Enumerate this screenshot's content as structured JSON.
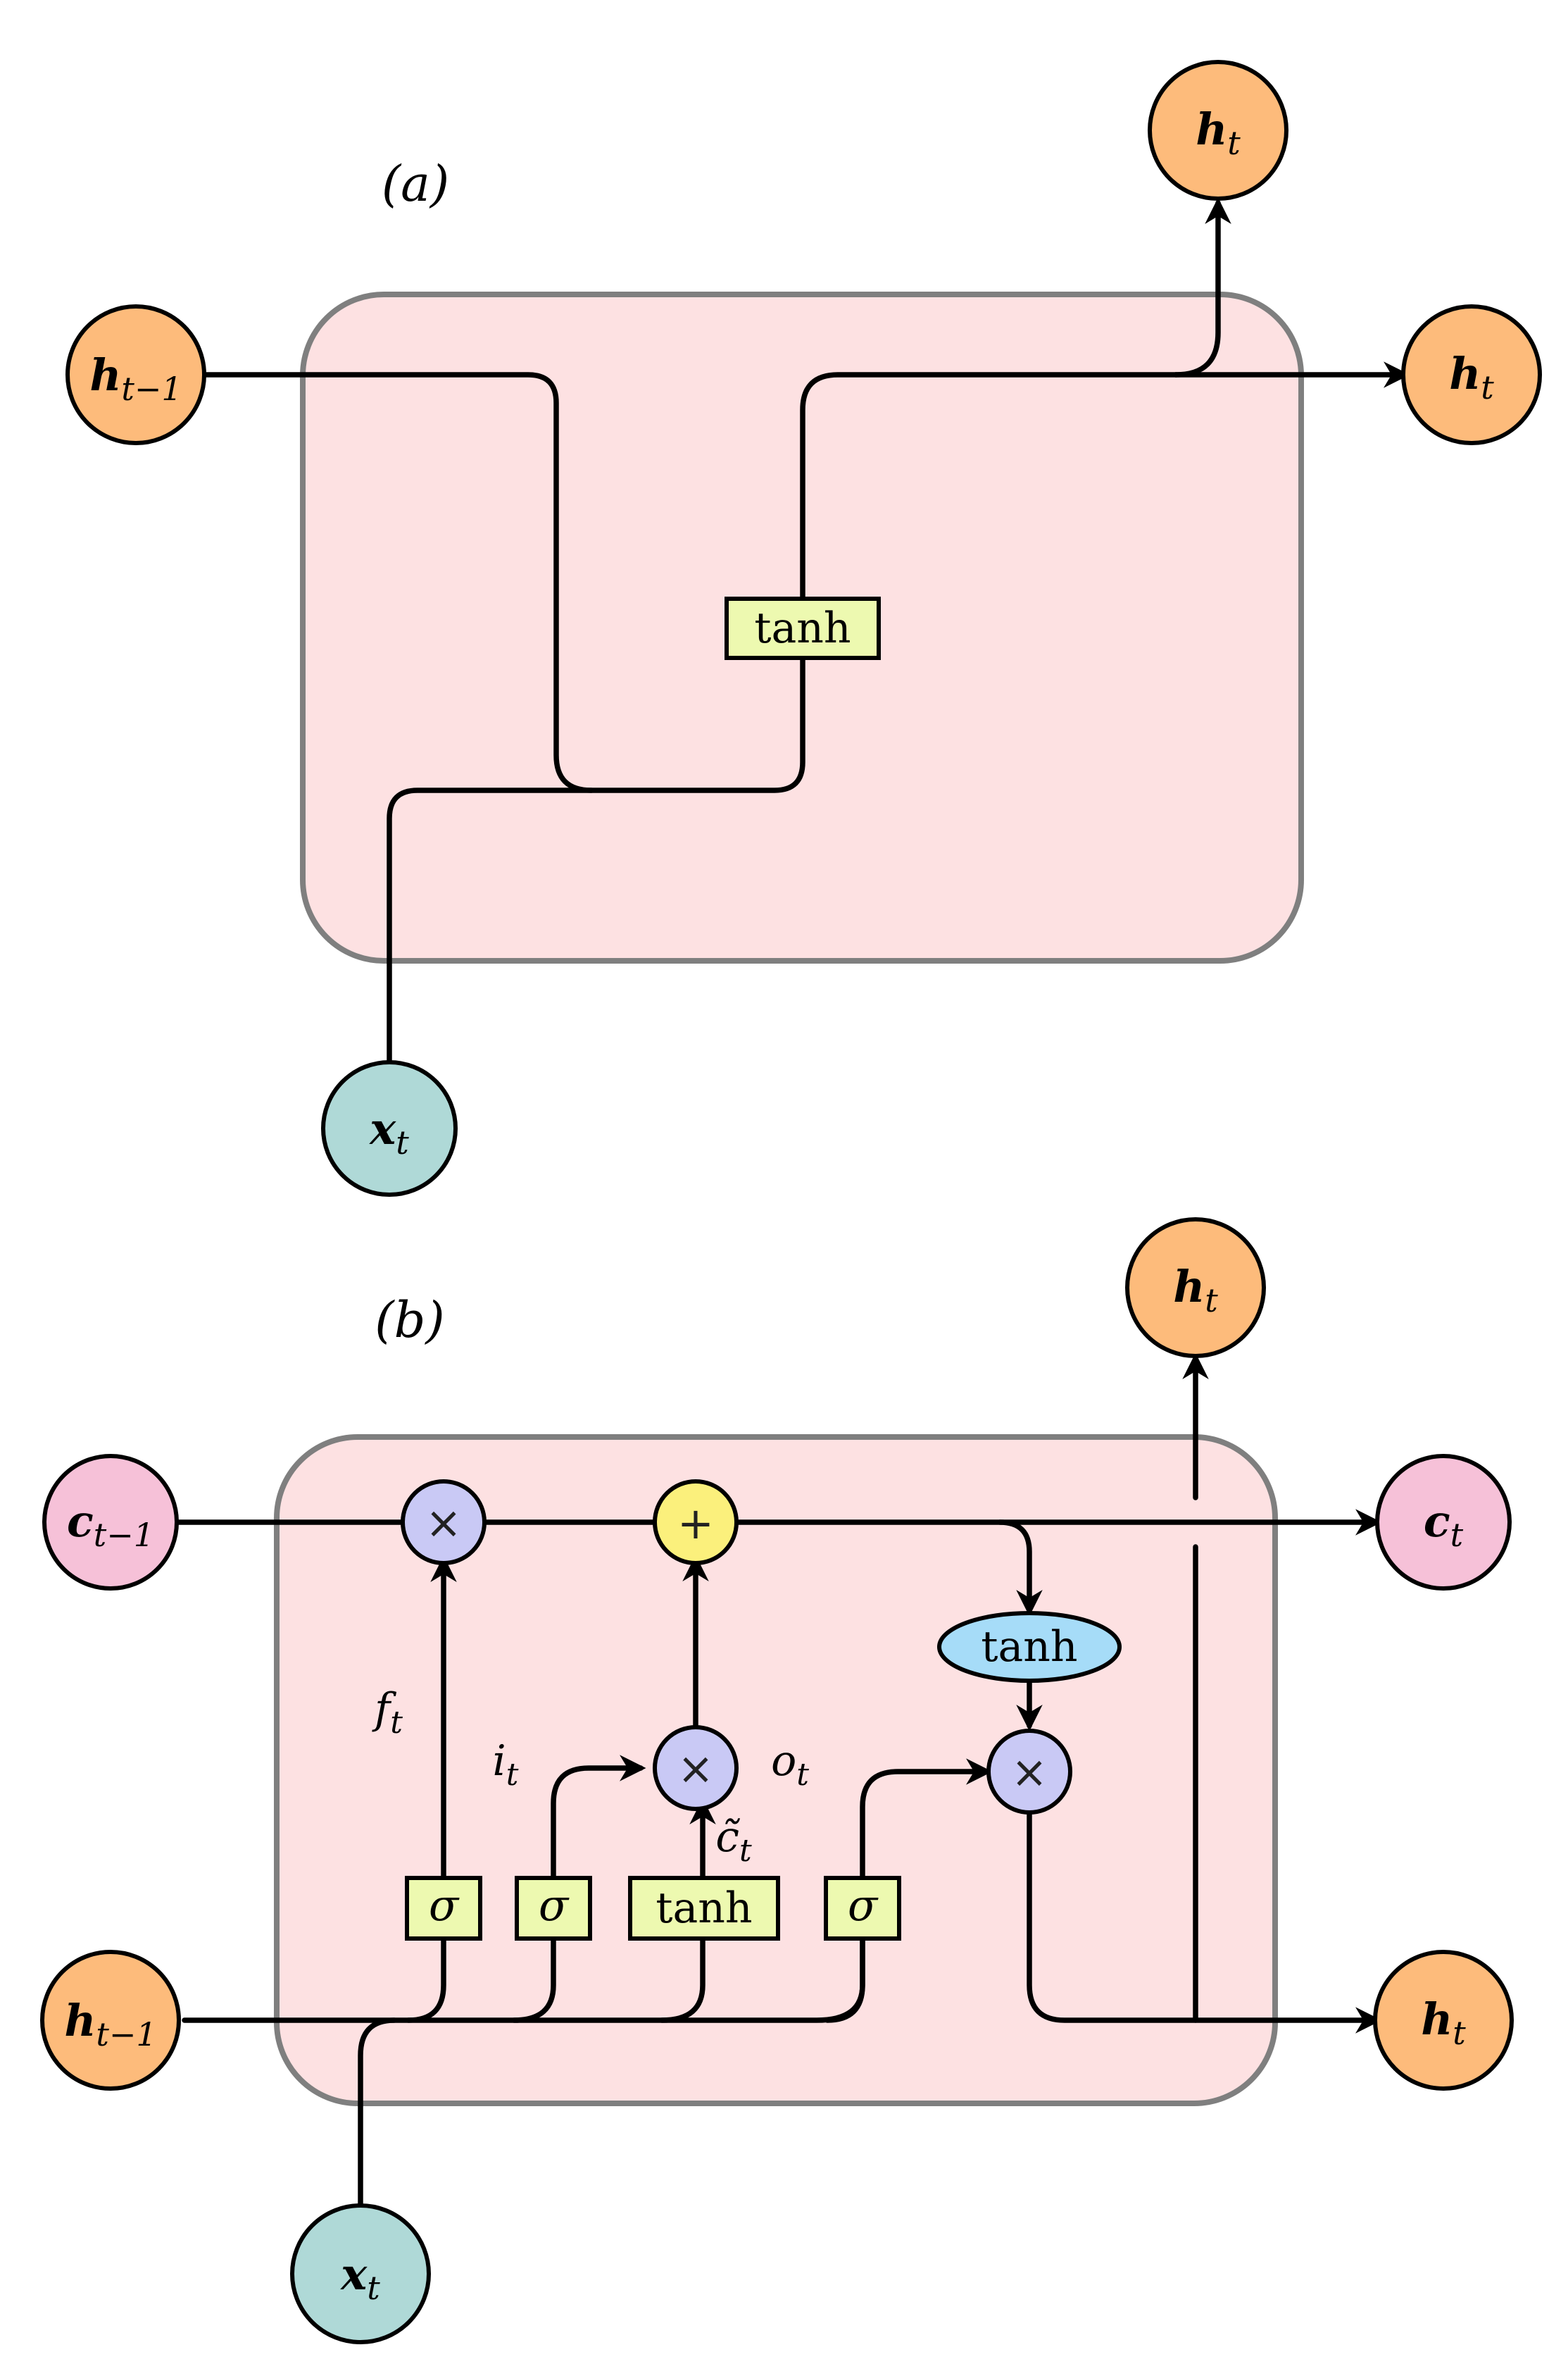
{
  "panel_a": {
    "label": "(a)",
    "nodes": {
      "h_prev": {
        "base": "h",
        "sub": "t−1"
      },
      "x": {
        "base": "x",
        "sub": "t"
      },
      "h_out_top": {
        "base": "h",
        "sub": "t"
      },
      "h_out_right": {
        "base": "h",
        "sub": "t"
      }
    },
    "gate_tanh": "tanh"
  },
  "panel_b": {
    "label": "(b)",
    "nodes": {
      "c_prev": {
        "base": "c",
        "sub": "t−1"
      },
      "c_out": {
        "base": "c",
        "sub": "t"
      },
      "h_prev": {
        "base": "h",
        "sub": "t−1"
      },
      "h_out_top": {
        "base": "h",
        "sub": "t"
      },
      "h_out_right": {
        "base": "h",
        "sub": "t"
      },
      "x": {
        "base": "x",
        "sub": "t"
      }
    },
    "ops": {
      "multiply": "×",
      "add": "+"
    },
    "gates": {
      "sigma": "σ",
      "tanh": "tanh",
      "cell_tanh": "tanh"
    },
    "annotations": {
      "forget": {
        "base": "f",
        "sub": "t"
      },
      "input": {
        "base": "i",
        "sub": "t"
      },
      "output": {
        "base": "o",
        "sub": "t"
      },
      "candidate": {
        "base": "c̃",
        "sub": "t"
      }
    }
  },
  "colors": {
    "cell_fill": "#fde1e2",
    "cell_border": "#7f7f7f",
    "hidden_node": "#fdbb7b",
    "input_node": "#afd9d7",
    "cell_state_node": "#f6c1d8",
    "gate_box": "#edf9b0",
    "multiply_op": "#c9c9f5",
    "add_op": "#fbf07c",
    "tanh_ellipse": "#a6dcf8"
  }
}
